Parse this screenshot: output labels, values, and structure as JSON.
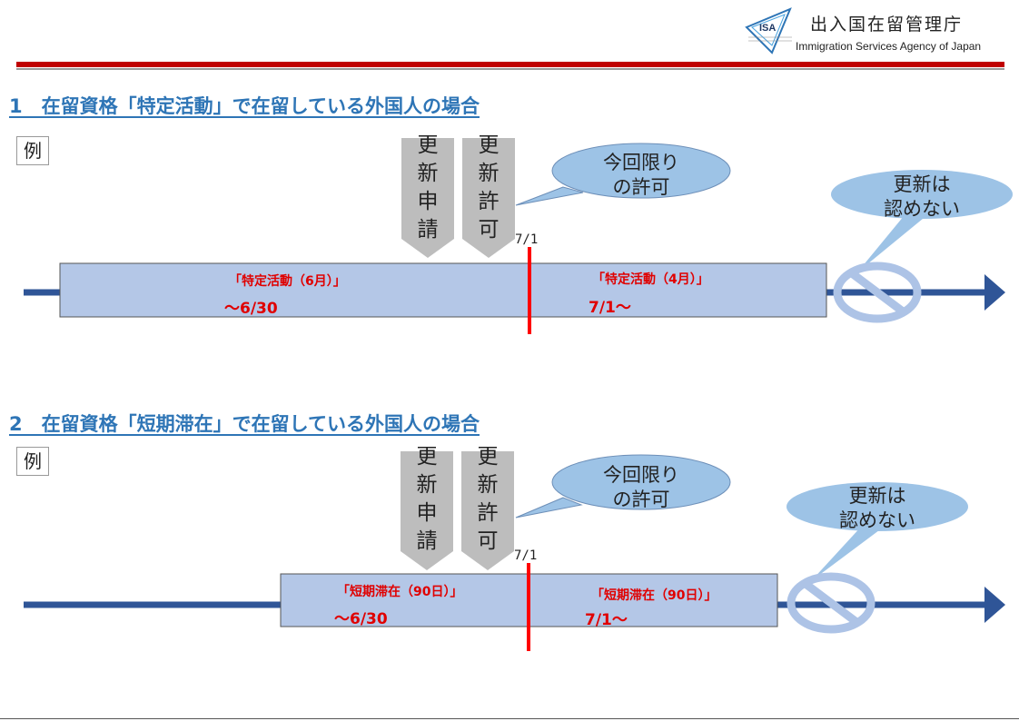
{
  "header": {
    "logo_text": "ISA",
    "agency_name_jp": "出入国在留管理庁",
    "agency_name_en": "Immigration Services Agency of Japan"
  },
  "sections": [
    {
      "title": "1　在留資格「特定活動」で在留している外国人の場合",
      "example_label": "例",
      "renewal_application": "更新申請",
      "renewal_permission": "更新許可",
      "bubble_left": [
        "今回限り",
        "の許可"
      ],
      "bubble_right": [
        "更新は",
        "認めない"
      ],
      "date_marker": "7/1",
      "period_before_label": "「特定活動（6月）」",
      "period_before_date": "～6/30",
      "period_after_label": "「特定活動（4月）」",
      "period_after_date": "7/1～"
    },
    {
      "title": "2　在留資格「短期滞在」で在留している外国人の場合",
      "example_label": "例",
      "renewal_application": "更新申請",
      "renewal_permission": "更新許可",
      "bubble_left": [
        "今回限り",
        "の許可"
      ],
      "bubble_right": [
        "更新は",
        "認めない"
      ],
      "date_marker": "7/1",
      "period_before_label": "「短期滞在（90日）」",
      "period_before_date": "～6/30",
      "period_after_label": "「短期滞在（90日）」",
      "period_after_date": "7/1～"
    }
  ],
  "colors": {
    "title_blue": "#2e75b6",
    "timeline_navy": "#2f5597",
    "box_fill": "#b4c7e7",
    "bubble_fill": "#9dc3e6",
    "marker_red": "#ff0000",
    "label_red": "#e00000",
    "header_red": "#c00000"
  }
}
